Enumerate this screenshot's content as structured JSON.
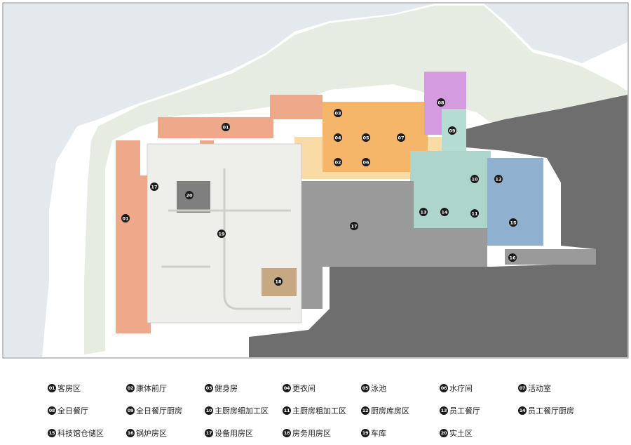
{
  "colors": {
    "guest_rooms": "#eea98a",
    "recreation": "#f5b66a",
    "recreation_corridor": "#f9dca5",
    "spa": "#d49be0",
    "allday_kitchen": "#b5dcd2",
    "kitchens": "#aed5cc",
    "storage": "#8fb0cf",
    "equipment": "#9a9a9a",
    "parking": "#eeeeea",
    "housekeeping": "#c6a882",
    "boiler": "#7f7f7f",
    "landscape": "#e6ece1",
    "water": "#e4e9ed",
    "rock": "#6e6e6e"
  },
  "plan_labels": [
    "01",
    "01",
    "03",
    "04",
    "05",
    "07",
    "02",
    "06",
    "08",
    "09",
    "10",
    "12",
    "11",
    "13",
    "14",
    "15",
    "16",
    "17",
    "17",
    "18",
    "19",
    "20"
  ],
  "legend": [
    {
      "code": "01",
      "label": "客房区"
    },
    {
      "code": "02",
      "label": "康体前厅"
    },
    {
      "code": "03",
      "label": "健身房"
    },
    {
      "code": "04",
      "label": "更衣间"
    },
    {
      "code": "05",
      "label": "泳池"
    },
    {
      "code": "06",
      "label": "水疗间"
    },
    {
      "code": "07",
      "label": "活动室"
    },
    {
      "code": "08",
      "label": "全日餐厅"
    },
    {
      "code": "09",
      "label": "全日餐厅厨房"
    },
    {
      "code": "10",
      "label": "主厨房细加工区"
    },
    {
      "code": "11",
      "label": "主厨房粗加工区"
    },
    {
      "code": "12",
      "label": "厨房库房区"
    },
    {
      "code": "13",
      "label": "员工餐厅"
    },
    {
      "code": "14",
      "label": "员工餐厅厨房"
    },
    {
      "code": "15",
      "label": "科技馆仓储区"
    },
    {
      "code": "16",
      "label": "锅炉房区"
    },
    {
      "code": "17",
      "label": "设备用房区"
    },
    {
      "code": "18",
      "label": "房务用房区"
    },
    {
      "code": "19",
      "label": "车库"
    },
    {
      "code": "20",
      "label": "实土区"
    }
  ]
}
